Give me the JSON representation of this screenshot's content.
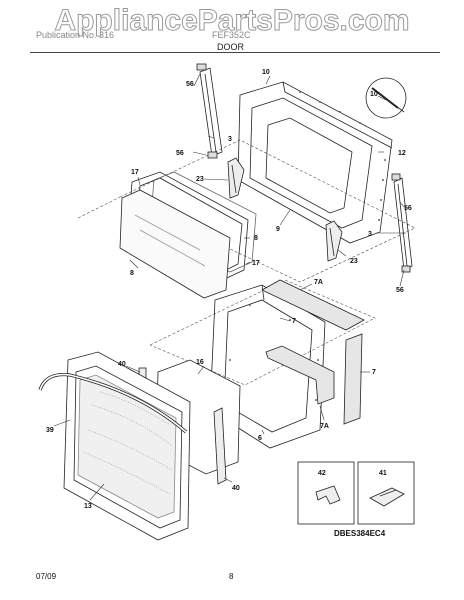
{
  "watermark": "AppliancePartsPros.com",
  "header": {
    "left_text": "Publication No. 316",
    "model_text": "FEF352C",
    "section_title": "DOOR"
  },
  "callouts": [
    "56",
    "10",
    "10",
    "3",
    "12",
    "56",
    "23",
    "17",
    "9",
    "56",
    "8",
    "3",
    "8",
    "23",
    "17",
    "7A",
    "56",
    "7",
    "16",
    "40",
    "7",
    "39",
    "6",
    "7A",
    "13",
    "40",
    "42",
    "41"
  ],
  "diagram_code": "DBES384EC4",
  "footer": {
    "date": "07/09",
    "page": "8"
  }
}
